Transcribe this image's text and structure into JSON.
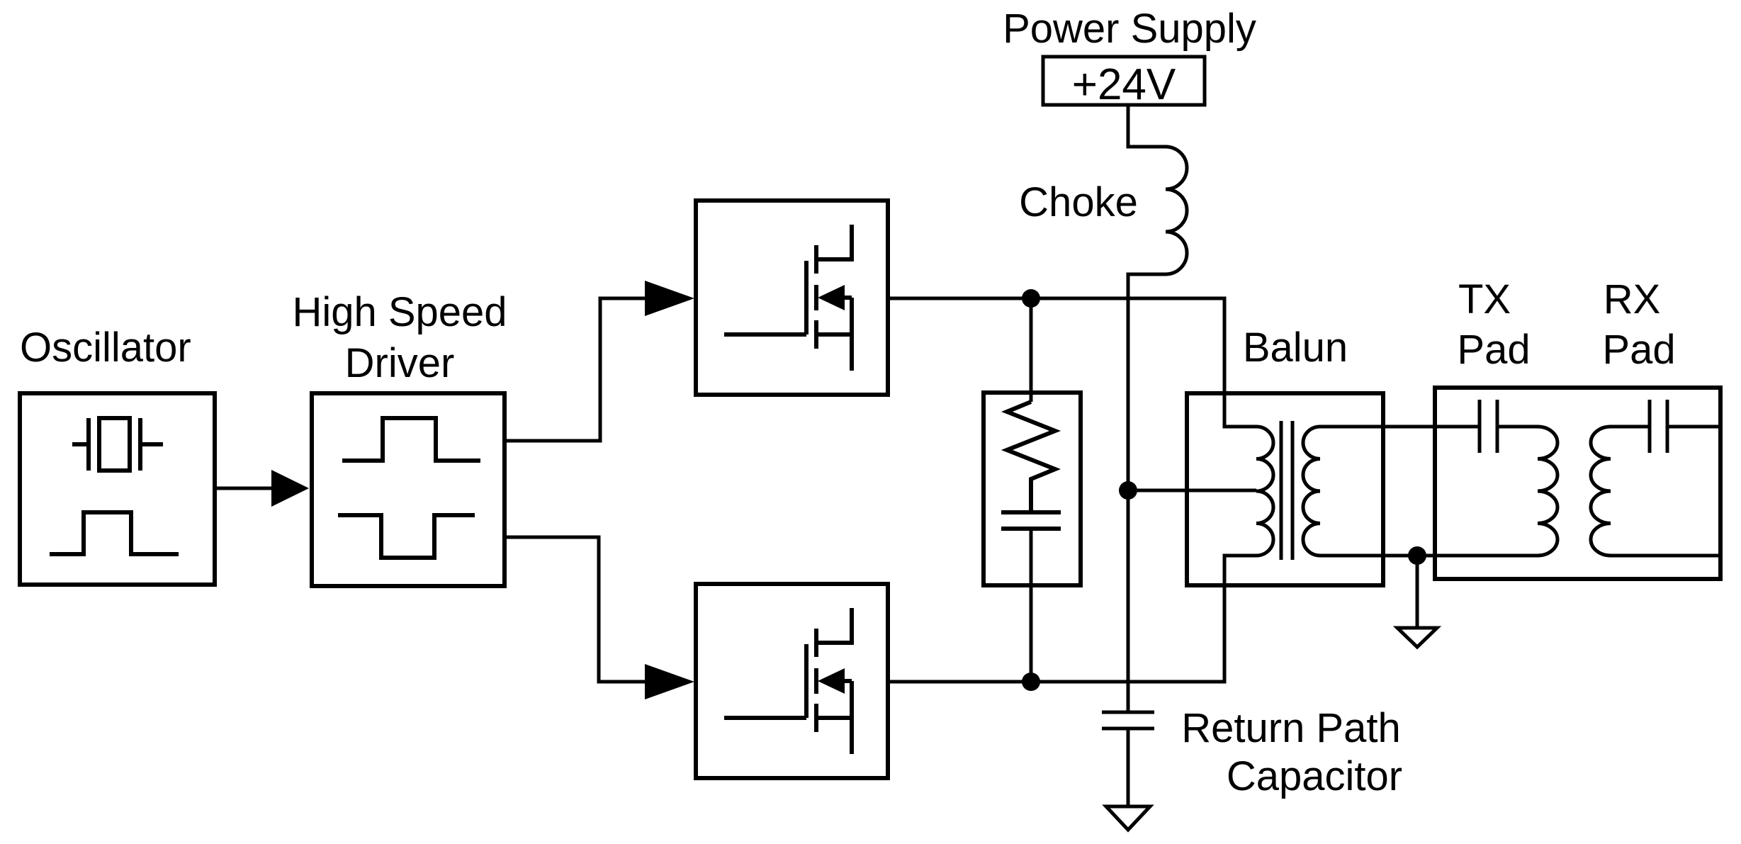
{
  "diagram": {
    "type": "circuit-block-diagram",
    "colors": {
      "ink": "#000000",
      "background": "#ffffff"
    },
    "blocks": {
      "oscillator": {
        "label": "Oscillator"
      },
      "high_speed_driver": {
        "label_line1": "High Speed",
        "label_line2": "Driver"
      },
      "power_supply": {
        "label": "Power Supply",
        "value": "+24V"
      },
      "choke": {
        "label": "Choke"
      },
      "balun": {
        "label": "Balun"
      },
      "tx_pad": {
        "label_line1": "TX",
        "label_line2": "Pad"
      },
      "rx_pad": {
        "label_line1": "RX",
        "label_line2": "Pad"
      },
      "return_path_capacitor": {
        "label_line1": "Return Path",
        "label_line2": "Capacitor"
      }
    }
  }
}
